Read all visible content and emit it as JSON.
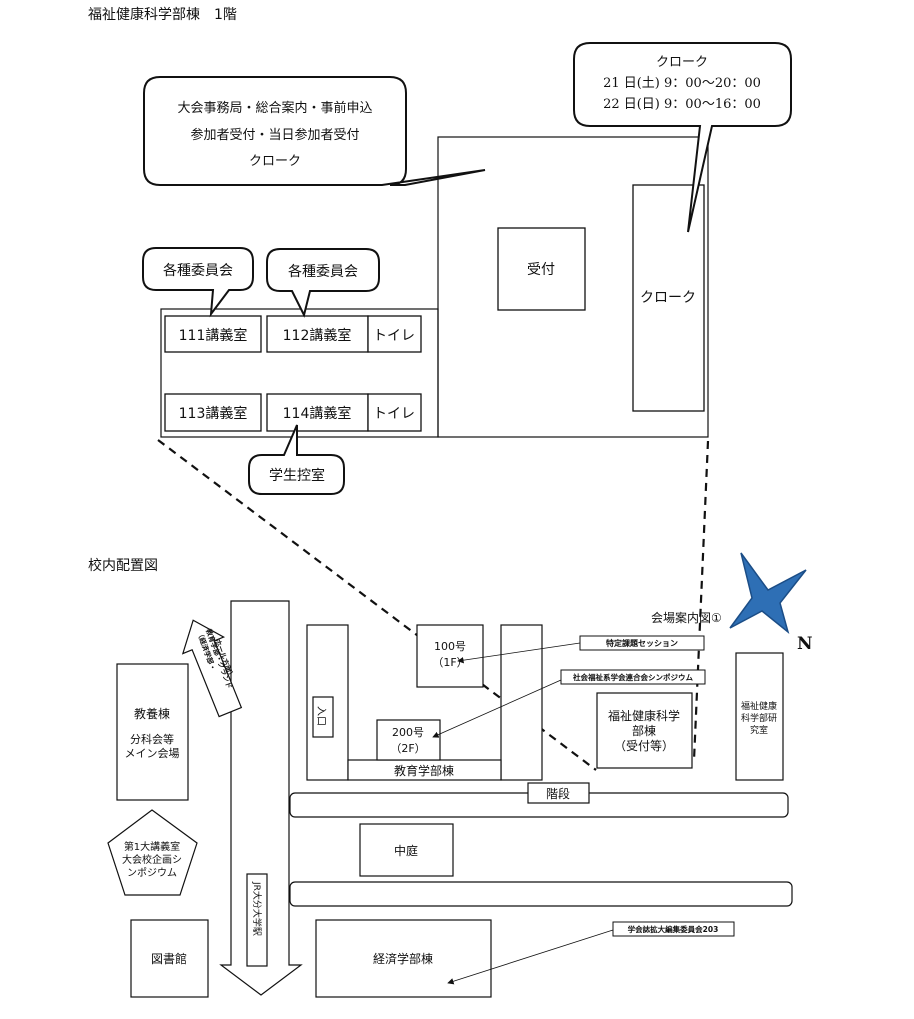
{
  "headings": {
    "floor_title": "福祉健康科学部棟　1階",
    "campus_title": "校内配置図"
  },
  "callouts": {
    "main_office": [
      "大会事務局・総合案内・事前申込",
      "参加者受付・当日参加者受付",
      "クローク"
    ],
    "cloak_hours": [
      "クローク",
      "21 日(土) 9：00〜20：00",
      "22 日(日) 9：00〜16：00"
    ],
    "committee_1": "各種委員会",
    "committee_2": "各種委員会",
    "student_lounge": "学生控室"
  },
  "floor_rooms": {
    "room_111": "111講義室",
    "room_112": "112講義室",
    "room_113": "113講義室",
    "room_114": "114講義室",
    "toilet_1": "トイレ",
    "toilet_2": "トイレ",
    "reception": "受付",
    "cloak": "クローク"
  },
  "campus": {
    "kyoyo_name": "教養棟",
    "kyoyo_sub1": "分科会等",
    "kyoyo_sub2": "メイン会場",
    "lecture1": [
      "第1大講義室",
      "大会校企画シ",
      "ンポジウム"
    ],
    "library": "図書館",
    "station_label": "JR大分大学駅",
    "road_label": [
      "（経済学部・",
      "教育学部・グランド",
      "ホール方面）"
    ],
    "entrance": "入口",
    "room_100": [
      "100号",
      "（1F）"
    ],
    "room_200": [
      "200号",
      "（2F）"
    ],
    "education_bldg": "教育学部棟",
    "stairs": "階段",
    "courtyard": "中庭",
    "economics_bldg": "経済学部棟",
    "welfare_bldg": [
      "福祉健康科学",
      "部棟",
      "（受付等）"
    ],
    "welfare_lab": [
      "福祉健康",
      "科学部研",
      "究室"
    ],
    "venue_map_label": "会場案内図①",
    "north_label": "N",
    "tag_special": "特定課題セッション",
    "tag_joint": "社会福祉系学会連合会シンポジウム",
    "tag_editorial": "学会誌拡大編集委員会203"
  },
  "colors": {
    "compass_fill": "#2e6fb5",
    "compass_stroke": "#1b4d86",
    "line": "#111111"
  }
}
